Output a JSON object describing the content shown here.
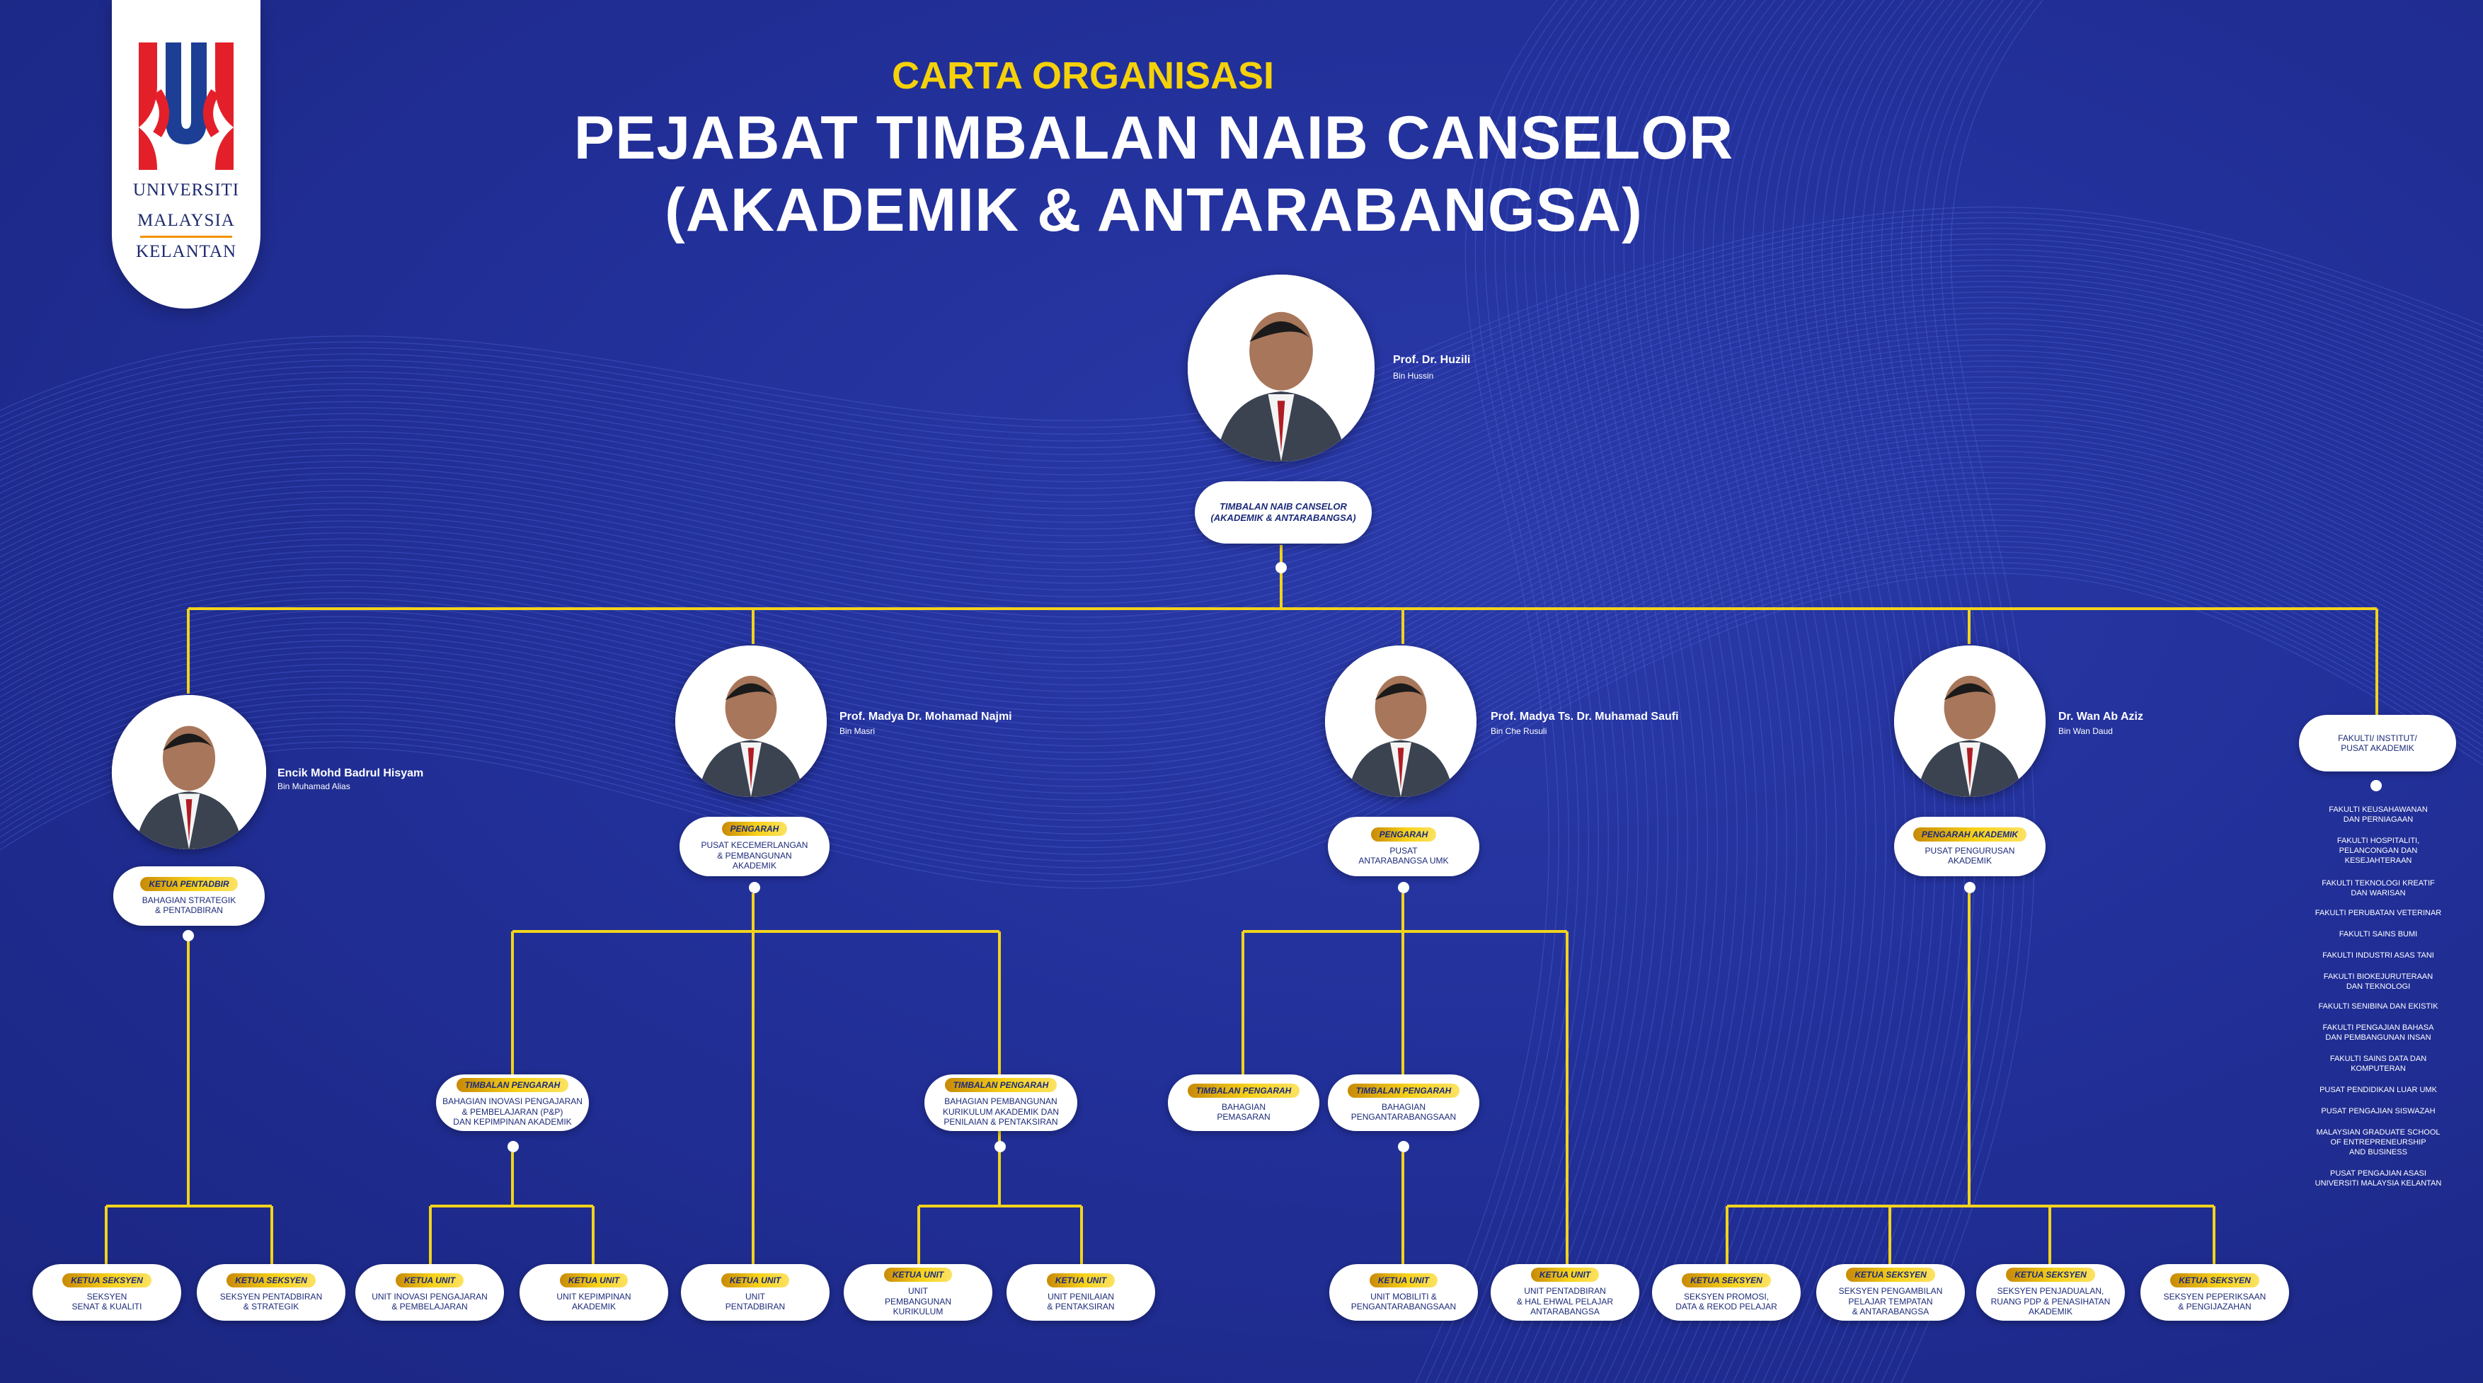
{
  "header": {
    "label": "CARTA ORGANISASI",
    "title_line1": "PEJABAT TIMBALAN NAIB CANSELOR",
    "title_line2": "(AKADEMIK & ANTARABANGSA)"
  },
  "logo": {
    "line1": "UNIVERSITI",
    "line2": "MALAYSIA",
    "line3": "KELANTAN",
    "colors": {
      "red": "#e3202a",
      "blue": "#1c3f95",
      "orange": "#f39200"
    }
  },
  "colors": {
    "connector": "#f2d31c",
    "box_text": "#1c2a7a",
    "background": "#22309a"
  },
  "top": {
    "name": "Prof. Dr. Huzili",
    "sub": "Bin Hussin",
    "role": "TIMBALAN NAIB CANSELOR\n(AKADEMIK & ANTARABANGSA)"
  },
  "level2": [
    {
      "name": "Encik Mohd Badrul Hisyam",
      "sub": "Bin Muhamad Alias",
      "pill": "KETUA PENTADBIR",
      "text": "BAHAGIAN STRATEGIK\n& PENTADBIRAN"
    },
    {
      "name": "Prof. Madya Dr. Mohamad Najmi",
      "sub": "Bin Masri",
      "pill": "PENGARAH",
      "text": "PUSAT KECEMERLANGAN\n& PEMBANGUNAN\nAKADEMIK"
    },
    {
      "name": "Prof. Madya Ts. Dr. Muhamad Saufi",
      "sub": "Bin Che Rusuli",
      "pill": "PENGARAH",
      "text": "PUSAT\nANTARABANGSA UMK"
    },
    {
      "name": "Dr. Wan Ab Aziz",
      "sub": "Bin Wan Daud",
      "pill": "PENGARAH AKADEMIK",
      "text": "PUSAT PENGURUSAN\nAKADEMIK"
    }
  ],
  "level3": [
    {
      "pill": "TIMBALAN PENGARAH",
      "text": "BAHAGIAN INOVASI PENGAJARAN\n& PEMBELAJARAN (P&P)\nDAN KEPIMPINAN AKADEMIK"
    },
    {
      "pill": "TIMBALAN PENGARAH",
      "text": "BAHAGIAN PEMBANGUNAN\nKURIKULUM AKADEMIK DAN\nPENILAIAN & PENTAKSIRAN"
    },
    {
      "pill": "TIMBALAN PENGARAH",
      "text": "BAHAGIAN\nPEMASARAN"
    },
    {
      "pill": "TIMBALAN PENGARAH",
      "text": "BAHAGIAN\nPENGANTARABANGSAAN"
    }
  ],
  "level4": [
    {
      "pill": "KETUA SEKSYEN",
      "text": "SEKSYEN\nSENAT & KUALITI"
    },
    {
      "pill": "KETUA SEKSYEN",
      "text": "SEKSYEN PENTADBIRAN\n& STRATEGIK"
    },
    {
      "pill": "KETUA UNIT",
      "text": "UNIT INOVASI PENGAJARAN\n& PEMBELAJARAN"
    },
    {
      "pill": "KETUA UNIT",
      "text": "UNIT KEPIMPINAN\nAKADEMIK"
    },
    {
      "pill": "KETUA UNIT",
      "text": "UNIT\nPENTADBIRAN"
    },
    {
      "pill": "KETUA UNIT",
      "text": "UNIT\nPEMBANGUNAN\nKURIKULUM"
    },
    {
      "pill": "KETUA UNIT",
      "text": "UNIT PENILAIAN\n& PENTAKSIRAN"
    },
    {
      "pill": "KETUA UNIT",
      "text": "UNIT MOBILITI &\nPENGANTARABANGSAAN"
    },
    {
      "pill": "KETUA UNIT",
      "text": "UNIT PENTADBIRAN\n& HAL EHWAL PELAJAR\nANTARABANGSA"
    },
    {
      "pill": "KETUA SEKSYEN",
      "text": "SEKSYEN PROMOSI,\nDATA & REKOD PELAJAR"
    },
    {
      "pill": "KETUA SEKSYEN",
      "text": "SEKSYEN PENGAMBILAN\nPELAJAR TEMPATAN\n& ANTARABANGSA"
    },
    {
      "pill": "KETUA SEKSYEN",
      "text": "SEKSYEN PENJADUALAN,\nRUANG PDP & PENASIHATAN\nAKADEMIK"
    },
    {
      "pill": "KETUA SEKSYEN",
      "text": "SEKSYEN PEPERIKSAAN\n& PENGIJAZAHAN"
    }
  ],
  "faculty": {
    "title": "FAKULTI/ INSTITUT/\nPUSAT AKADEMIK",
    "items": [
      "FAKULTI KEUSAHAWANAN\nDAN PERNIAGAAN",
      "FAKULTI HOSPITALITI,\nPELANCONGAN DAN\nKESEJAHTERAAN",
      "FAKULTI TEKNOLOGI KREATIF\nDAN WARISAN",
      "FAKULTI PERUBATAN VETERINAR",
      "FAKULTI SAINS BUMI",
      "FAKULTI INDUSTRI ASAS TANI",
      "FAKULTI BIOKEJURUTERAAN\nDAN TEKNOLOGI",
      "FAKULTI SENIBINA DAN EKISTIK",
      "FAKULTI PENGAJIAN BAHASA\nDAN PEMBANGUNAN INSAN",
      "FAKULTI SAINS DATA DAN\nKOMPUTERAN",
      "PUSAT PENDIDIKAN LUAR UMK",
      "PUSAT PENGAJIAN SISWAZAH",
      "MALAYSIAN GRADUATE SCHOOL\nOF ENTREPRENEURSHIP\nAND BUSINESS",
      "PUSAT PENGAJIAN ASASI\nUNIVERSITI MALAYSIA KELANTAN"
    ]
  }
}
